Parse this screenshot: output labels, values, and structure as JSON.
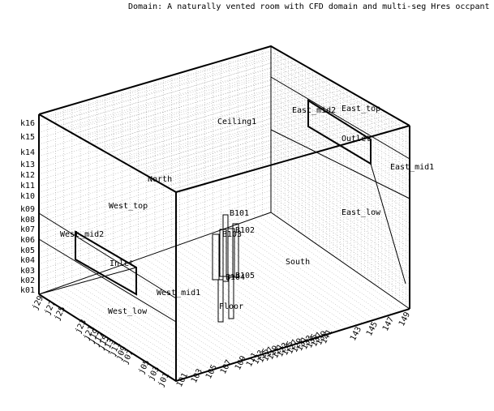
{
  "title": "Domain: A naturally vented room with CFD domain and multi-seg Hres occpant",
  "axis_labels": {
    "k": [
      "k01",
      "k02",
      "k03",
      "k04",
      "k05",
      "k06",
      "k07",
      "k08",
      "k09",
      "k10",
      "k11",
      "k12",
      "k13",
      "k14",
      "k15",
      "k16"
    ],
    "j": [
      "j01",
      "j03",
      "j05",
      "j07",
      "j09",
      "j11",
      "j13",
      "j15",
      "j17",
      "j19",
      "j21",
      "j23",
      "j25",
      "j27",
      "j29"
    ],
    "i_left": [
      "101",
      "103",
      "105",
      "107",
      "109",
      "111",
      "113",
      "115",
      "117",
      "119",
      "121",
      "123",
      "125",
      "127",
      "129",
      "131",
      "133",
      "135",
      "137",
      "139",
      "141"
    ],
    "i_right": [
      "141",
      "143",
      "145",
      "147",
      "149"
    ]
  },
  "surfaces": {
    "ceiling": "Ceiling1",
    "north": "North",
    "south": "South",
    "floor": "Floor",
    "west_top": "West_top",
    "west_mid2": "West_mid2",
    "west_mid1": "West_mid1",
    "west_low": "West_low",
    "inlet": "Inlet",
    "east_mid2": "East_mid2",
    "east_top": "East_top",
    "outlet": "Outlet",
    "east_mid1": "East_mid1",
    "east_low": "East_low"
  },
  "occupant_labels": [
    "B101",
    "B102",
    "B103",
    "B104",
    "B105"
  ]
}
